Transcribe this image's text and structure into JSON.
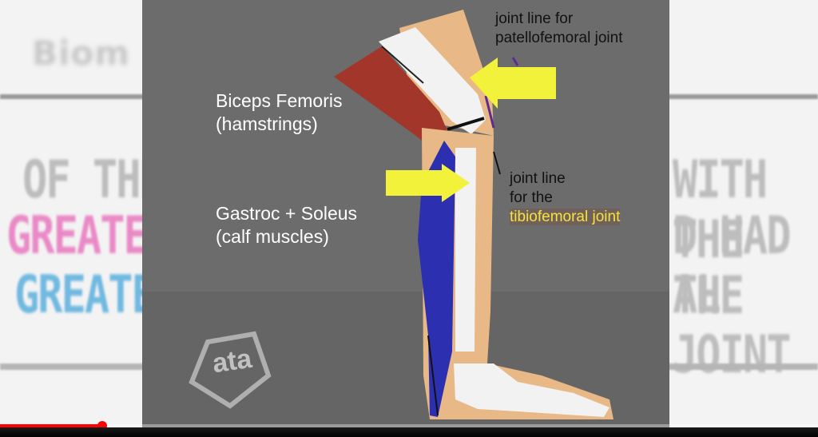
{
  "background_slide": {
    "title_fragment": "Biom",
    "left_words": [
      {
        "text": "OF THE",
        "color": "#bdbdbd"
      },
      {
        "text": "GREATES",
        "color": "#e98ac6"
      },
      {
        "text": "GREATES",
        "color": "#71b9e0"
      }
    ],
    "right_words": [
      {
        "text": "WITH THE",
        "color": "#bdbdbd"
      },
      {
        "text": "D HAD THE",
        "color": "#bdbdbd"
      },
      {
        "text": "AL JOINT",
        "color": "#bdbdbd"
      }
    ]
  },
  "video": {
    "labels": {
      "biceps": "Biceps Femoris\n(hamstrings)",
      "gastroc": "Gastroc + Soleus\n(calf muscles)"
    },
    "notes": {
      "patellofemoral": "joint line for\npatellofemoral joint",
      "tibiofemoral_prefix": "joint line\nfor the",
      "tibiofemoral_highlight": "tibiofemoral joint"
    },
    "logo_text": "ata",
    "colors": {
      "hamstring": "#a3362a",
      "calf": "#2c2fb0",
      "skin": "#e8b887",
      "bone": "#f2f2f2",
      "arrow": "#f2f23a",
      "highlight": "#f6e23a"
    }
  },
  "player": {
    "progress_percent": 12.5,
    "accent": "#ff0000"
  }
}
